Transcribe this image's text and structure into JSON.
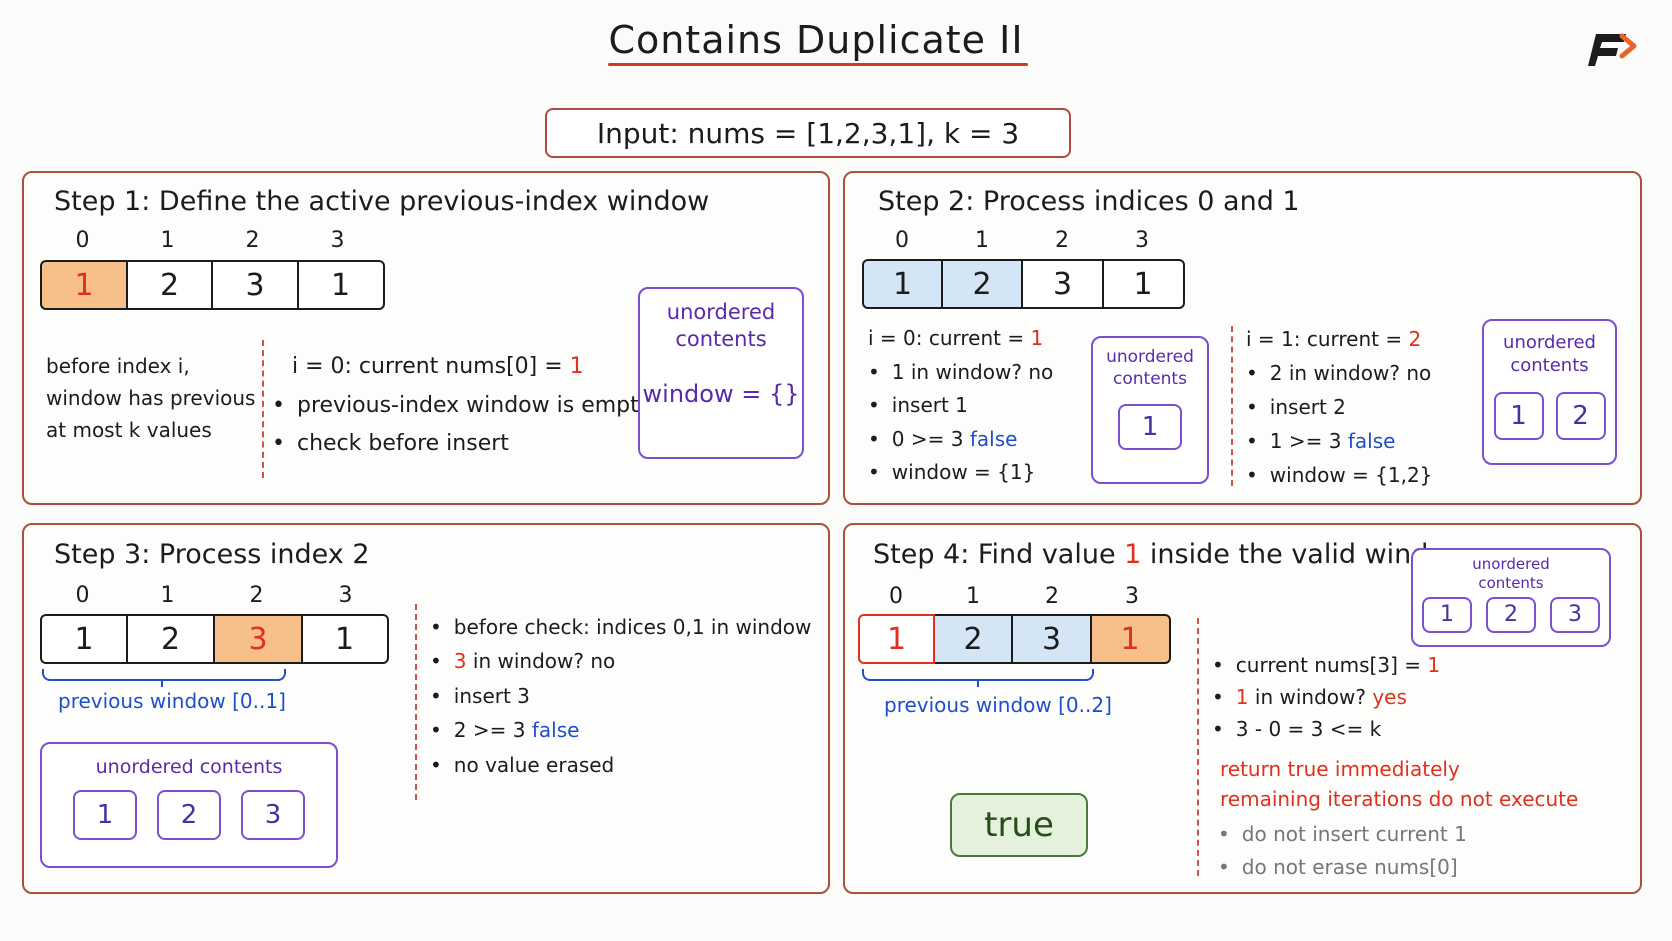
{
  "title": "Contains Duplicate II",
  "input": "Input: nums = [1,2,3,1], k = 3",
  "indices": [
    "0",
    "1",
    "2",
    "3"
  ],
  "nums": [
    "1",
    "2",
    "3",
    "1"
  ],
  "step1": {
    "title": "Step 1: Define the active previous-index window",
    "note": [
      "before index i,",
      "window has previous",
      "at most k values"
    ],
    "head_prefix": "i = 0: current nums[0] = ",
    "head_value": "1",
    "bullets": [
      "previous-index window is empty",
      "check before insert"
    ],
    "unordered_label": [
      "unordered",
      "contents"
    ],
    "window_label": "window = {}"
  },
  "step2": {
    "title": "Step 2: Process indices 0 and 1",
    "left": {
      "head_prefix": "i = 0: current = ",
      "head_value": "1",
      "b1": "1 in window? no",
      "b2": "insert 1",
      "b3_prefix": "0 >= 3 ",
      "b3_value": "false",
      "b4": "window = {1}"
    },
    "left_box": {
      "label": [
        "unordered",
        "contents"
      ],
      "items": [
        "1"
      ]
    },
    "right": {
      "head_prefix": "i = 1: current = ",
      "head_value": "2",
      "b1": "2 in window? no",
      "b2": "insert 2",
      "b3_prefix": "1 >= 3 ",
      "b3_value": "false",
      "b4": "window = {1,2}"
    },
    "right_box": {
      "label": [
        "unordered",
        "contents"
      ],
      "items": [
        "1",
        "2"
      ]
    }
  },
  "step3": {
    "title": "Step 3: Process index 2",
    "brace_label": "previous window [0..1]",
    "b1": "before check: indices 0,1 in window",
    "b2_value": "3",
    "b2_suffix": " in window? no",
    "b3": "insert 3",
    "b4_prefix": "2 >= 3 ",
    "b4_value": "false",
    "b5": "no value erased",
    "box_label": "unordered contents",
    "items": [
      "1",
      "2",
      "3"
    ]
  },
  "step4": {
    "title_prefix": "Step 4: Find value ",
    "title_value": "1",
    "title_suffix": " inside the valid window",
    "brace_label": "previous window [0..2]",
    "box_label": [
      "unordered",
      "contents"
    ],
    "items": [
      "1",
      "2",
      "3"
    ],
    "b1_prefix": "current nums[3] = ",
    "b1_value": "1",
    "b2_value": "1",
    "b2_mid": " in window? ",
    "b2_suffix": "yes",
    "b3": "3 - 0 = 3 <= k",
    "ret1": "return true immediately",
    "ret2": "remaining iterations do not execute",
    "g1": "do not insert current 1",
    "g2": "do not erase nums[0]",
    "result": "true"
  },
  "colors": {
    "accent_red": "#e0301e",
    "blue_text": "#1f4fc8",
    "purple": "#7a4fd0",
    "orange_cell": "#f7c08a",
    "blue_cell": "#d4e6f6"
  },
  "icons": {
    "logo": "brand-logo-icon"
  }
}
